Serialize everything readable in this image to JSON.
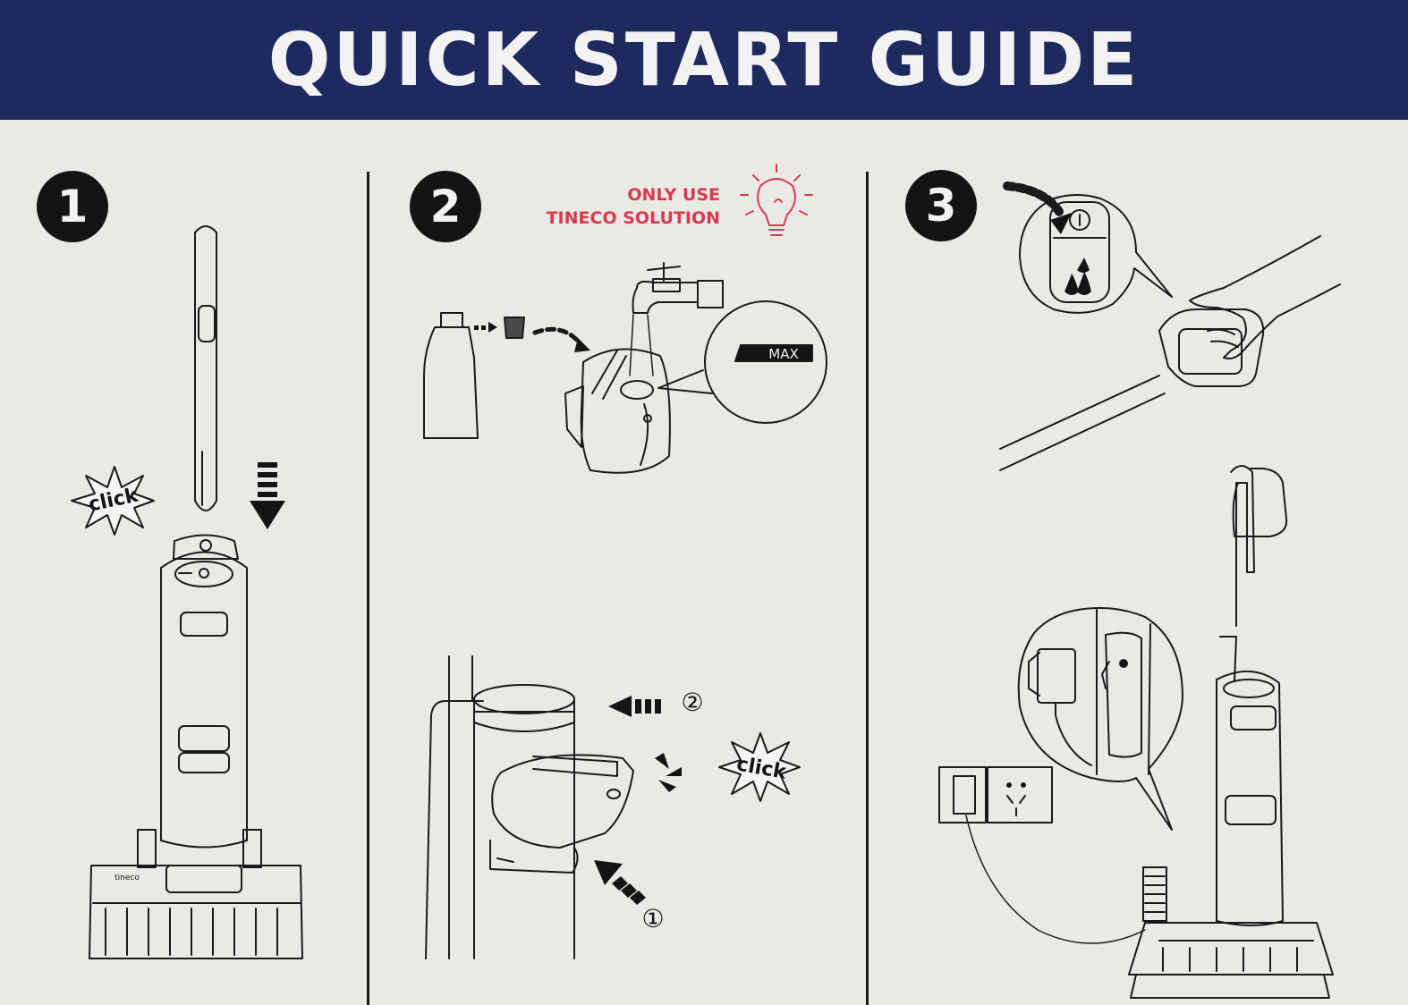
{
  "header": {
    "title": "QUICK START GUIDE"
  },
  "steps": [
    {
      "number": "1",
      "click_label": "click"
    },
    {
      "number": "2",
      "note_line1": "ONLY USE",
      "note_line2": "TINECO SOLUTION",
      "max_label": "MAX",
      "order_2": "②",
      "order_1": "①",
      "click_label": "click"
    },
    {
      "number": "3"
    }
  ],
  "brand_mark": "tineco",
  "colors": {
    "banner": "#1e2a5e",
    "accent": "#d83a4d",
    "ink": "#141414",
    "paper": "#e9e9e6"
  },
  "icons": [
    "arrow-down-icon",
    "lightbulb-icon",
    "faucet-icon",
    "power-icon",
    "water-drops-icon",
    "hand-icon",
    "plug-icon",
    "outlet-icon"
  ]
}
